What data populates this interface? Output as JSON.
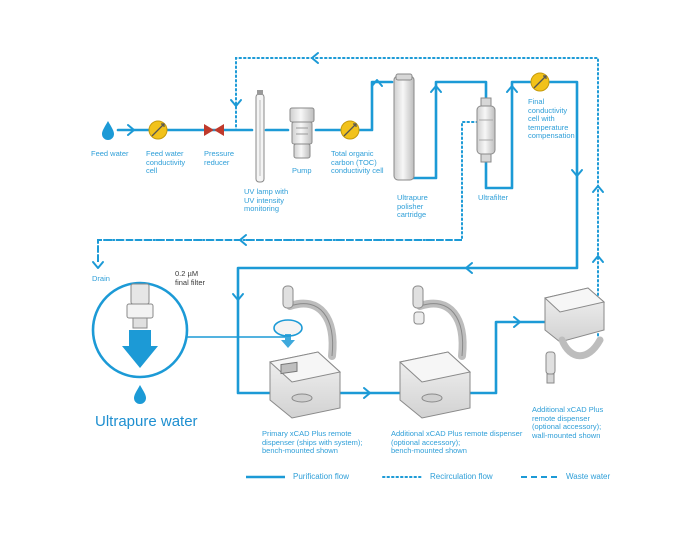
{
  "colors": {
    "flow": "#1c9ad6",
    "drop": "#1c9ad6",
    "sensor": "#f2c21a",
    "reducer": "#c0392b",
    "device_body": "#e6e6e6",
    "device_edge": "#9a9a9a"
  },
  "labels": {
    "feed_water": "Feed water",
    "feed_cond": "Feed water\nconductivity\ncell",
    "pressure_reducer": "Pressure\nreducer",
    "uv_lamp": "UV lamp with\nUV intensity\nmonitoring",
    "pump": "Pump",
    "toc": "Total organic\ncarbon (TOC)\nconductivity cell",
    "polisher": "Ultrapure\npolisher\ncartridge",
    "ultrafilter": "Ultrafilter",
    "final_cond": "Final\nconductivity\ncell with\ntemperature\ncompensation",
    "drain": "Drain",
    "final_filter": "0.2 µM\nfinal filter",
    "ultrapure_water": "Ultrapure water",
    "primary_dispenser": "Primary xCAD Plus remote\ndispenser (ships with system);\nbench-mounted shown",
    "additional_bench": "Additional xCAD Plus remote dispenser\n(optional accessory);\nbench-mounted shown",
    "additional_wall": "Additional xCAD Plus\nremote dispenser\n(optional accessory);\nwall-mounted shown"
  },
  "legend": {
    "purification": "Purification flow",
    "recirculation": "Recirculation flow",
    "waste": "Waste water"
  }
}
